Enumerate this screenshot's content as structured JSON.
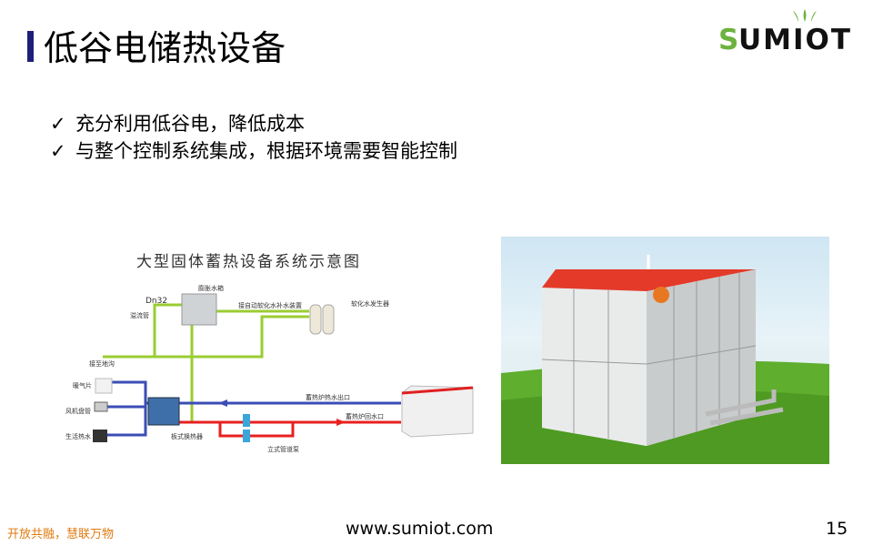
{
  "title": "低谷电储热设备",
  "logo": {
    "text": "SUMIOT",
    "accent": "#6db33f"
  },
  "bullets": [
    {
      "icon": "check-icon",
      "text": "充分利用低谷电，降低成本"
    },
    {
      "icon": "check-icon",
      "text": "与整个控制系统集成，根据环境需要智能控制"
    }
  ],
  "diagram": {
    "title": "大型固体蓄热设备系统示意图",
    "labels": {
      "expansion_tank": "膨胀水箱",
      "dn32": "Dn32",
      "overflow": "溢流管",
      "softener_supply": "接自动软化水补水装置",
      "softener": "软化水发生器",
      "drain": "接至地沟",
      "radiator": "暖气片",
      "fan_coil": "风机盘管",
      "hot_water": "生活热水",
      "plate_exchanger": "板式换热器",
      "outlet": "蓄热炉热水出口",
      "return": "蓄热炉回水口",
      "pump": "立式管道泵"
    }
  },
  "footer": {
    "slogan": "开放共融，慧联万物",
    "url": "www.sumiot.com",
    "page": "15"
  }
}
